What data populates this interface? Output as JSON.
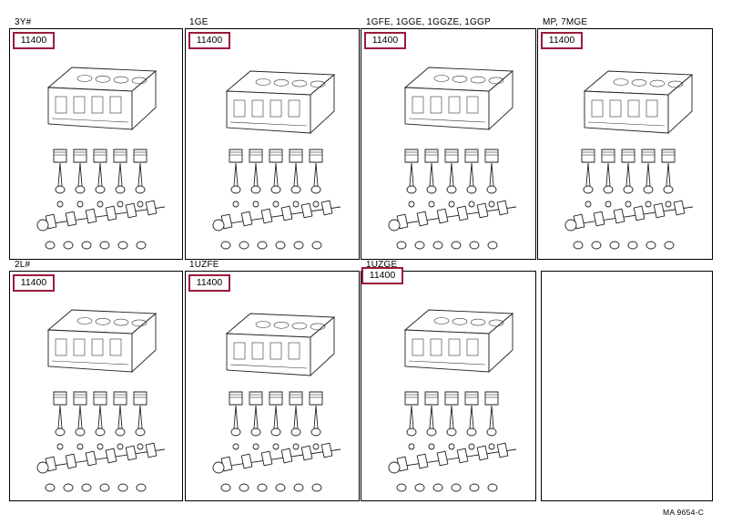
{
  "panels": [
    {
      "title": "3Y#",
      "part": "11400"
    },
    {
      "title": "1GE",
      "part": "11400"
    },
    {
      "title": "1GFE, 1GGE, 1GGZE, 1GGP",
      "part": "11400"
    },
    {
      "title": "MP, 7MGE",
      "part": "11400"
    },
    {
      "title": "2L#",
      "part": "11400"
    },
    {
      "title": "1UZFE",
      "part": "11400"
    },
    {
      "title": "1UZGE",
      "part": "11400"
    },
    {
      "title": "",
      "part": ""
    }
  ],
  "footer": {
    "code": "MA  9654-C"
  },
  "icons": {
    "drawing": "engine-partial-assembly-exploded-view"
  }
}
